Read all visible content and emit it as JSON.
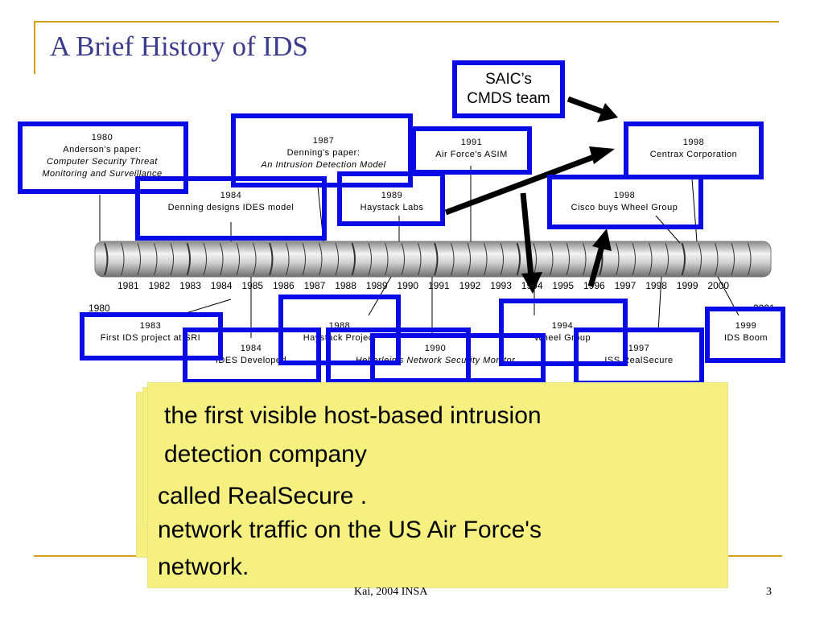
{
  "slide": {
    "title": "A Brief History of IDS",
    "footer": "Kai, 2004 INSA",
    "page_number": "3"
  },
  "callout": {
    "line1": "SAIC’s",
    "line2": "CMDS team"
  },
  "axis": {
    "years": [
      "1981",
      "1982",
      "1983",
      "1984",
      "1985",
      "1986",
      "1987",
      "1988",
      "1989",
      "1990",
      "1991",
      "1992",
      "1993",
      "1994",
      "1995",
      "1996",
      "1997",
      "1998",
      "1999",
      "2000"
    ],
    "start_label": "1980",
    "end_label": "2001"
  },
  "events_top": [
    {
      "year": "1980",
      "l1": "Anderson's paper:",
      "l2": "Computer Security Threat",
      "l3": "Monitoring and Surveillance"
    },
    {
      "year": "1987",
      "l1": "Denning's paper:",
      "l2": "An Intrusion Detection Model"
    },
    {
      "year": "1991",
      "l1": "Air Force's ASIM"
    },
    {
      "year": "1998",
      "l1": "Centrax Corporation"
    },
    {
      "year": "1984",
      "l1": "Denning designs IDES model"
    },
    {
      "year": "1989",
      "l1": "Haystack Labs"
    },
    {
      "year": "1998",
      "l1": "Cisco buys Wheel Group"
    }
  ],
  "events_bottom": [
    {
      "year": "1983",
      "l1": "First IDS project at SRI"
    },
    {
      "year": "1984",
      "l1": "IDES Developed"
    },
    {
      "year": "1988",
      "l1": "Haystack Project"
    },
    {
      "year": "1990",
      "l1": "Heberlein's Network Security Monitor"
    },
    {
      "year": "1994",
      "l1": "Wheel Group"
    },
    {
      "year": "1997",
      "l1": "ISS RealSecure"
    },
    {
      "year": "1999",
      "l1": "IDS Boom"
    }
  ],
  "notes": {
    "front_line1": "the first visible host-based intrusion",
    "front_line2": "detection company",
    "mid_line": "called RealSecure .",
    "back_line1": "network traffic on the US Air Force's",
    "back_line2": "network."
  },
  "colors": {
    "highlight": "#0a0ae6",
    "note_bg": "#f5f07f",
    "title": "#3c3c8c",
    "rule": "#d4a017"
  }
}
